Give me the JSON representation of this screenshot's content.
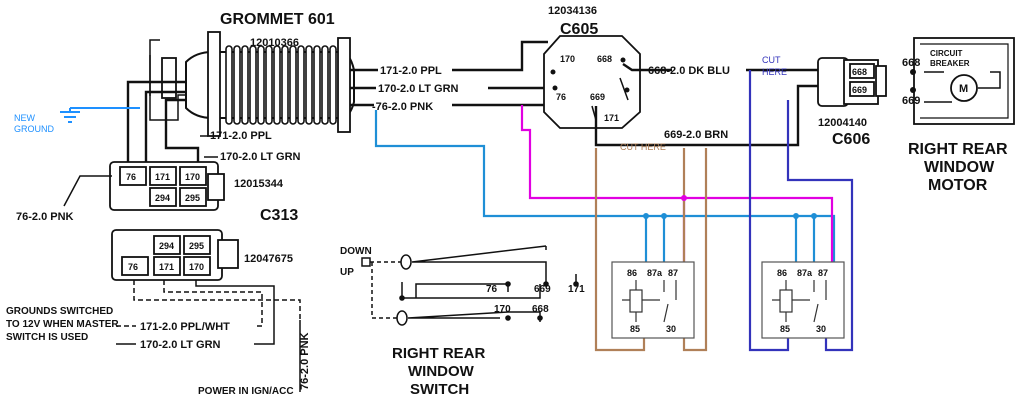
{
  "colors": {
    "new_ground": "#1e90ff",
    "cyan_wire": "#1f8fd6",
    "magenta_wire": "#e100e1",
    "brown_wire": "#b08058",
    "blue_wire": "#3333bb",
    "cut_here_left": "#b08058",
    "cut_here_right": "#3333bb"
  },
  "grommet": {
    "title": "GROMMET 601",
    "part": "12010366"
  },
  "wires_left": {
    "ppl_171": "171-2.0 PPL",
    "ltgrn_170": "170-2.0 LT GRN",
    "pnk_76": "76-2.0 PNK"
  },
  "wires_right": {
    "ppl_171": "171-2.0 PPL",
    "ltgrn_170": "170-2.0 LT GRN",
    "pnk_76": "-76-2.0 PNK",
    "dkblu_668": "668-2.0 DK BLU",
    "brn_669": "669-2.0 BRN"
  },
  "ground": {
    "label_line1": "NEW",
    "label_line2": "GROUND"
  },
  "connector_upper": {
    "part": "12015344",
    "pins_top": [
      "76",
      "171",
      "170"
    ],
    "pins_bottom": [
      "294",
      "295"
    ]
  },
  "c313": {
    "title": "C313",
    "part": "12047675",
    "pins_top": [
      "294",
      "295"
    ],
    "pins_bottom": [
      "76",
      "171",
      "170"
    ]
  },
  "c605": {
    "part": "12034136",
    "title": "C605",
    "pins": [
      "170",
      "668",
      "76",
      "669",
      "171"
    ]
  },
  "c606": {
    "part": "12004140",
    "title": "C606",
    "pins": [
      "668",
      "669"
    ]
  },
  "motor": {
    "breaker_line1": "CIRCUIT",
    "breaker_line2": "BREAKER",
    "motor_symbol": "M",
    "term_668": "668",
    "term_669": "669",
    "title_line1": "RIGHT REAR",
    "title_line2": "WINDOW",
    "title_line3": "MOTOR"
  },
  "cut_here_left": "CUT HERE",
  "cut_here_right_line1": "CUT",
  "cut_here_right_line2": "HERE",
  "relays": [
    {
      "pins": [
        "86",
        "87a",
        "87",
        "85",
        "30"
      ]
    },
    {
      "pins": [
        "86",
        "87a",
        "87",
        "85",
        "30"
      ]
    }
  ],
  "switch": {
    "down": "DOWN",
    "up": "UP",
    "labels": [
      "76",
      "669",
      "171",
      "170",
      "668"
    ],
    "title_line1": "RIGHT REAR",
    "title_line2": "WINDOW",
    "title_line3": "SWITCH"
  },
  "grounds_note": {
    "line1": "GROUNDS SWITCHED",
    "line2": "TO 12V WHEN MASTER",
    "line3": "SWITCH IS USED",
    "wire_171": "171-2.0 PPL/WHT",
    "wire_170": "170-2.0 LT GRN"
  },
  "left_pnk": "76-2.0 PNK",
  "bottom_pnk": "76-2.0 PNK",
  "power_note": "POWER IN IGN/ACC"
}
